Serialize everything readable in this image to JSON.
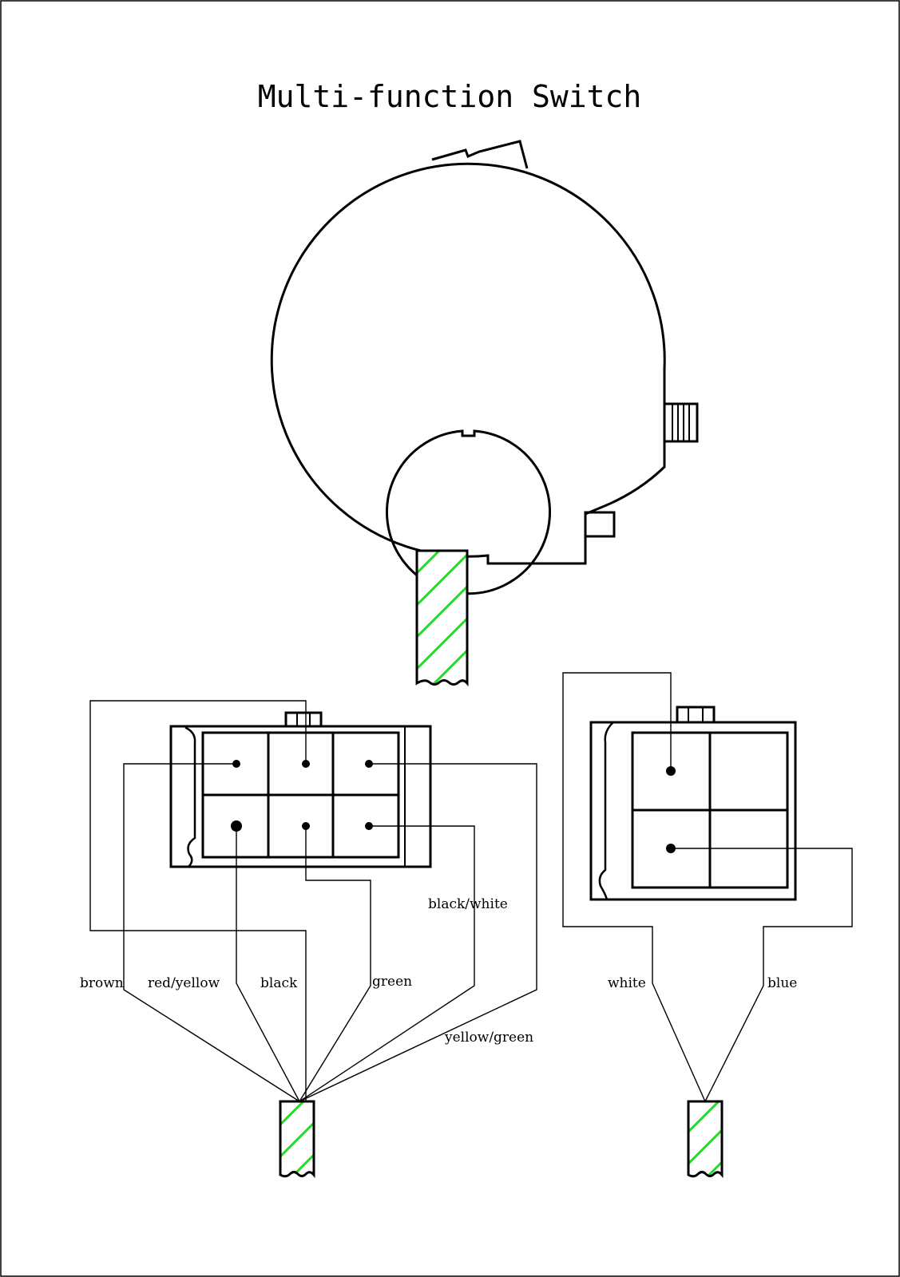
{
  "title": "Multi-function Switch",
  "colors": {
    "line": "#000000",
    "hatch": "#22dd22",
    "background": "#ffffff"
  },
  "connector_left": {
    "wire_labels": {
      "brown": "brown",
      "red_yellow": "red/yellow",
      "black": "black",
      "green": "green",
      "black_white": "black/white",
      "yellow_green": "yellow/green"
    }
  },
  "connector_right": {
    "wire_labels": {
      "white": "white",
      "blue": "blue"
    }
  }
}
